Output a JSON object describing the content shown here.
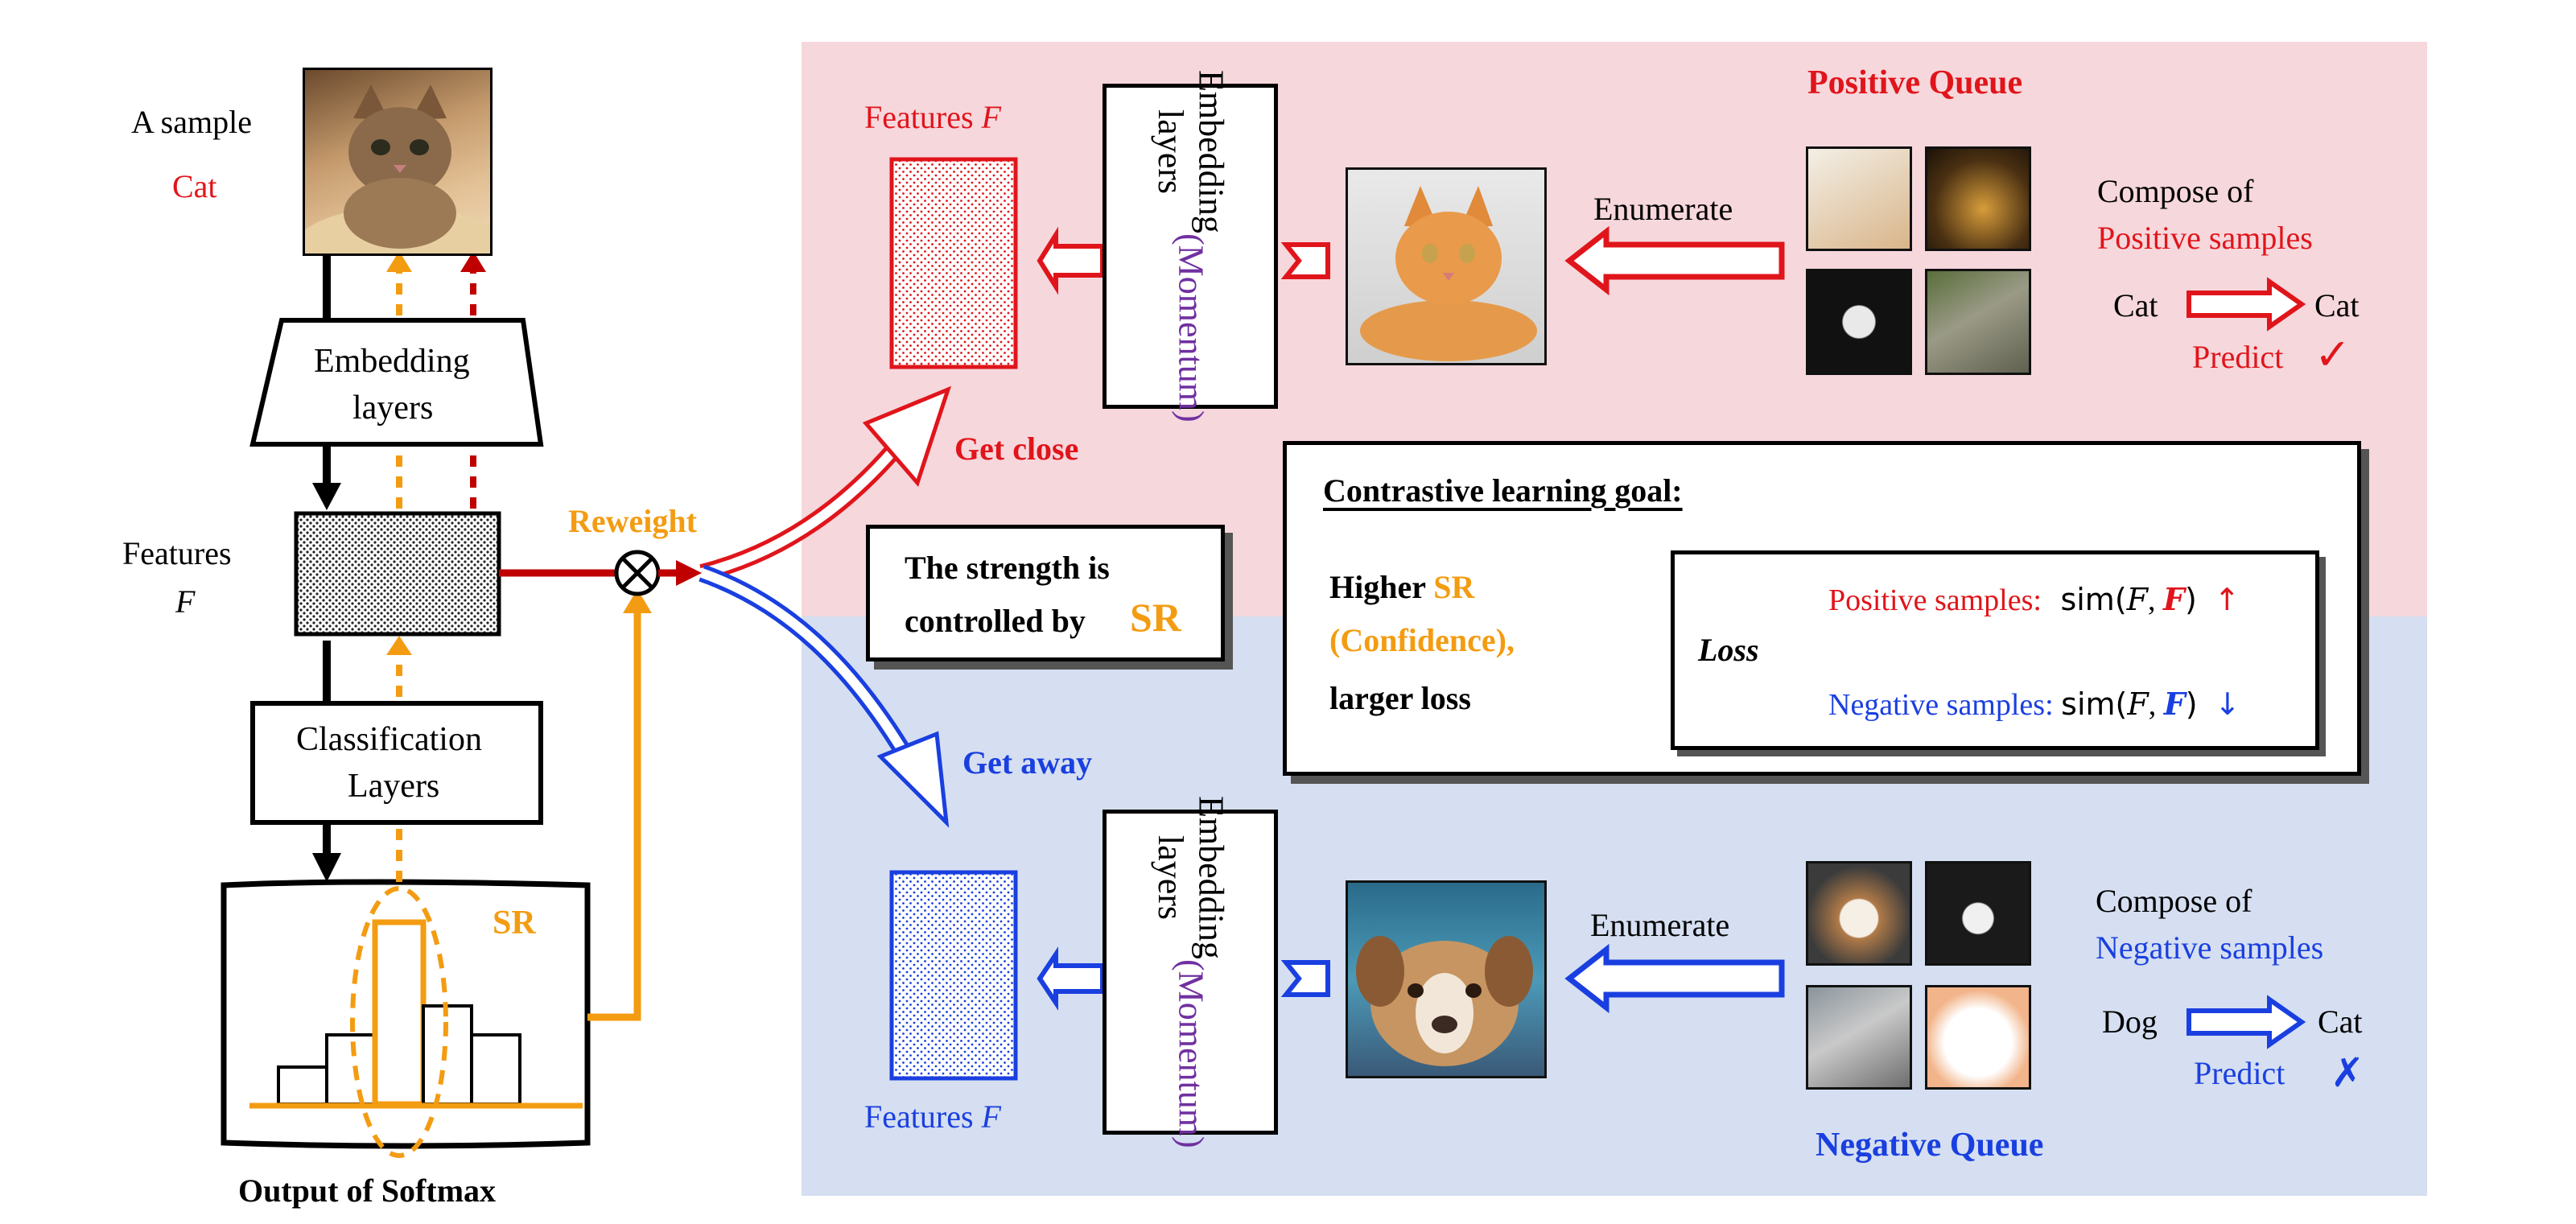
{
  "colors": {
    "red": "#e0151b",
    "blue": "#1a3fe0",
    "orange": "#f39c12",
    "purple": "#7030a0",
    "darkred": "#c00000",
    "pink_panel": "#f6d7dc",
    "blue_panel": "#d5dff1"
  },
  "left": {
    "sample_label": "A sample",
    "sample_class": "Cat",
    "embedding_label_1": "Embedding",
    "embedding_label_2": "layers",
    "features_label": "Features",
    "features_symbol": "F",
    "classification_label_1": "Classification",
    "classification_label_2": "Layers",
    "sr_label": "SR",
    "softmax_caption": "Output of Softmax",
    "reweight_label": "Reweight"
  },
  "middle": {
    "get_close": "Get close",
    "get_away": "Get away",
    "strength_line1": "The strength is",
    "strength_line2": "controlled by",
    "strength_sr": "SR"
  },
  "positive": {
    "queue_title": "Positive Queue",
    "features_label": "Features",
    "features_symbol": "F",
    "embedding_label": "Embedding layers",
    "momentum_label": "(Momentum)",
    "enumerate_label": "Enumerate",
    "compose_label": "Compose of",
    "compose_samples": "Positive samples",
    "from_class": "Cat",
    "to_class": "Cat",
    "predict_label": "Predict",
    "predict_mark": "✓"
  },
  "negative": {
    "queue_title": "Negative Queue",
    "features_label": "Features",
    "features_symbol": "F",
    "embedding_label": "Embedding layers",
    "momentum_label": "(Momentum)",
    "enumerate_label": "Enumerate",
    "compose_label": "Compose of",
    "compose_samples": "Negative samples",
    "from_class": "Dog",
    "to_class": "Cat",
    "predict_label": "Predict",
    "predict_mark": "✗"
  },
  "goal": {
    "title": "Contrastive learning goal:",
    "higher": "Higher",
    "sr": "SR",
    "confidence": "(Confidence),",
    "larger_loss": "larger loss",
    "loss": "Loss",
    "pos_label": "Positive samples:",
    "neg_label": "Negative samples:",
    "sim_prefix": "sim(",
    "sim_F": "F",
    "sim_comma": ",",
    "sim_F2": "F",
    "sim_suffix": ")",
    "up_arrow": "↑",
    "down_arrow": "↓"
  }
}
